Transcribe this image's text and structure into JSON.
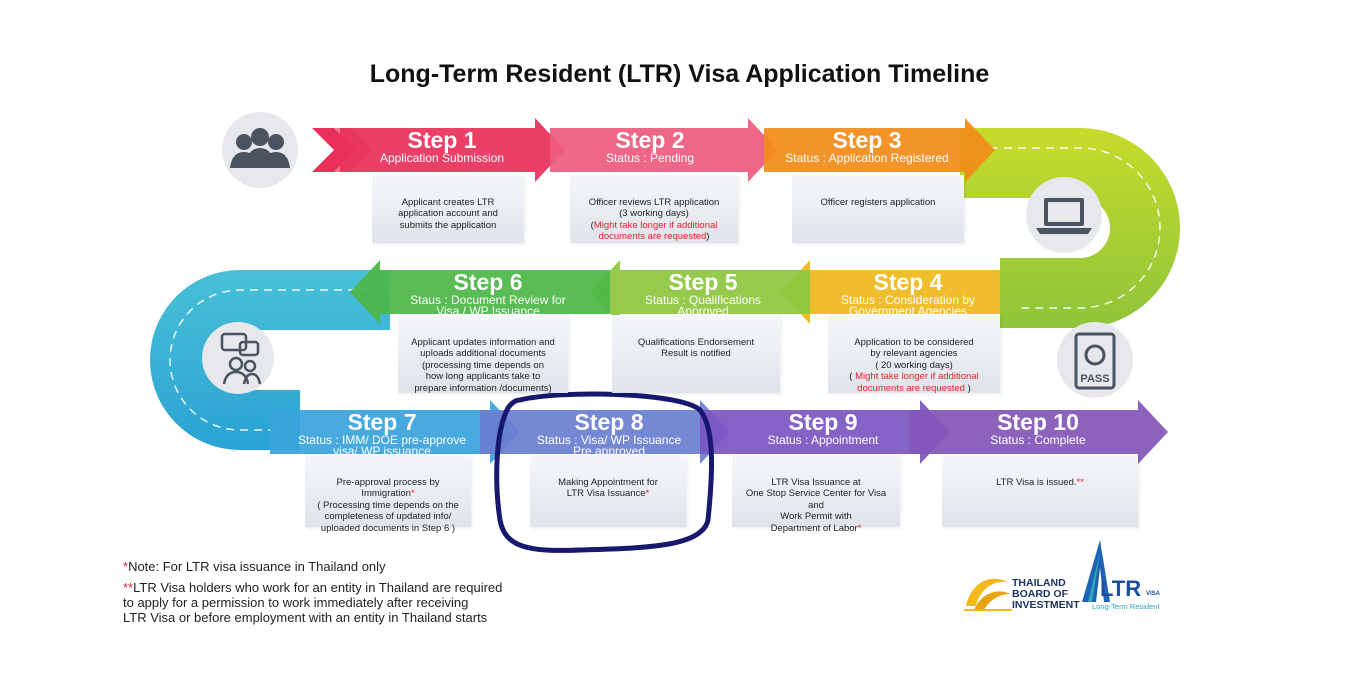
{
  "title": "Long-Term Resident (LTR) Visa Application Timeline",
  "steps": [
    {
      "title": "Step 1",
      "sub1": "Application Submission",
      "sub2": "",
      "desc": "Applicant creates LTR\napplication account and\nsubmits the application",
      "desc_red": "",
      "desc_tail": ""
    },
    {
      "title": "Step 2",
      "sub1": "Status : Pending",
      "sub2": "",
      "desc": "Officer reviews LTR application\n(3 working days)\n(",
      "desc_red": "Might take longer if additional\ndocuments are requested",
      "desc_tail": ")"
    },
    {
      "title": "Step 3",
      "sub1": "Status : Application Registered",
      "sub2": "",
      "desc": "Officer registers application",
      "desc_red": "",
      "desc_tail": ""
    },
    {
      "title": "Step 4",
      "sub1": "Status : Consideration by",
      "sub2": "Government Agencies",
      "desc": "Application to be considered\nby relevant agencies\n( 20 working days)\n( ",
      "desc_red": "Might take longer if additional\ndocuments are requested",
      "desc_tail": " )"
    },
    {
      "title": "Step 5",
      "sub1": "Status : Qualifications",
      "sub2": "Approved",
      "desc": "Qualifications Endorsement\nResult is notified",
      "desc_red": "",
      "desc_tail": ""
    },
    {
      "title": "Step 6",
      "sub1": "Staus : Document Review for",
      "sub2": "Visa / WP Issuance",
      "desc": "Applicant updates information and\nuploads additional documents\n(processing time depends on\nhow long applicants take to\nprepare information /documents)",
      "desc_red": "",
      "desc_tail": ""
    },
    {
      "title": "Step 7",
      "sub1": "Status : IMM/ DOE pre-approve",
      "sub2": "visa/ WP issuance",
      "desc": "Pre-approval process by\nImmigration",
      "desc_red": "*",
      "desc_tail": "\n( Processing time depends on the\ncompleteness of updated info/\nuploaded documents in Step 6 )"
    },
    {
      "title": "Step 8",
      "sub1": "Status : Visa/ WP Issuance",
      "sub2": "Pre approved",
      "desc": "Making Appointment for\nLTR Visa Issuance",
      "desc_red": "*",
      "desc_tail": ""
    },
    {
      "title": "Step 9",
      "sub1": "Status : Appointment",
      "sub2": "",
      "desc": "LTR Visa Issuance at\nOne Stop Service Center for Visa\nand\nWork Permit with\nDepartment of Labor",
      "desc_red": "*",
      "desc_tail": ""
    },
    {
      "title": "Step 10",
      "sub1": "Status : Complete",
      "sub2": "",
      "desc": "LTR Visa is issued.",
      "desc_red": "**",
      "desc_tail": ""
    }
  ],
  "notes": {
    "n1_mark": "*",
    "n1": "Note: For LTR visa issuance in Thailand only",
    "n2_mark": "**",
    "n2": "LTR Visa holders who work for an entity in Thailand are required\nto apply for a permission to work immediately after receiving\nLTR Visa or before employment with an entity in Thailand starts"
  },
  "icons": {
    "pass_label": "PASS"
  },
  "logos": {
    "boi_line1": "THAILAND",
    "boi_line2": "BOARD OF",
    "boi_line3": "INVESTMENT",
    "ltr_main": "LTR",
    "ltr_visa": "VISA",
    "ltr_sub": "Long-Term Resident"
  },
  "colors": {
    "step1": "#e8305a",
    "step2": "#ee5b7e",
    "step3": "#f28c1a",
    "step4": "#efb81c",
    "step5": "#8dc63f",
    "step6": "#4cb748",
    "step7": "#3aa3dc",
    "step8": "#6a7fd0",
    "step9": "#7b56c2",
    "step10": "#8356b8",
    "curve_right": "#b5d326",
    "curve_left": "#38b6c9",
    "highlight": "#17186e"
  }
}
